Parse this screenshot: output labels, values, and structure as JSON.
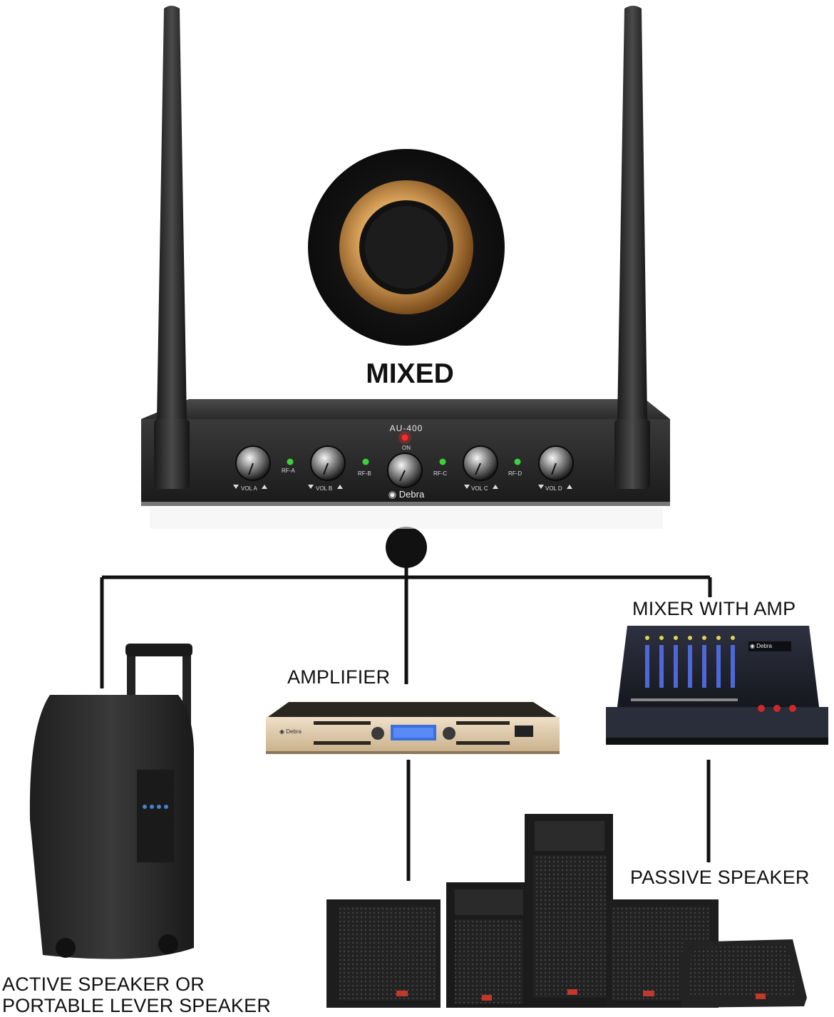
{
  "center_label": "MIXED",
  "receiver": {
    "model": "AU-400",
    "power_label": "ON",
    "brand": "Debra",
    "knob_labels": [
      "VOL A",
      "VOL B",
      "VOL C",
      "VOL D"
    ],
    "rf_labels": [
      "RF-A",
      "RF-B",
      "RF-C",
      "RF-D"
    ]
  },
  "devices": {
    "amplifier": "AMPLIFIER",
    "mixer": "MIXER WITH AMP",
    "passive_speaker": "PASSIVE SPEAKER",
    "active_speaker_line1": "ACTIVE SPEAKER OR",
    "active_speaker_line2": "PORTABLE LEVER SPEAKER"
  },
  "colors": {
    "line": "#111111",
    "led_green": "#3cd23c",
    "led_red": "#ff2a2a",
    "amp_gold": "#d9c3a4",
    "amp_display": "#3a6fe0"
  }
}
